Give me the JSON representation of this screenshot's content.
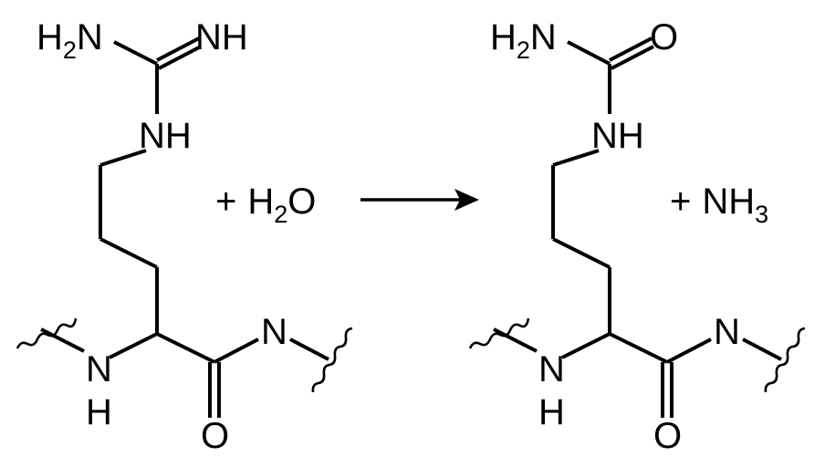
{
  "reactant": {
    "guanidino_nh2": {
      "main": "H",
      "sub": "2",
      "tail": "N"
    },
    "guanidino_imine": "NH",
    "guanidino_nh": "NH",
    "backbone_n": "N",
    "backbone_h": "H",
    "amide_n": "N",
    "carbonyl_o": "O"
  },
  "water": {
    "plus": "+",
    "main": "H",
    "sub": "2",
    "tail": "O"
  },
  "product": {
    "urea_nh2": {
      "main": "H",
      "sub": "2",
      "tail": "N"
    },
    "urea_o": "O",
    "ureido_nh": "NH",
    "backbone_n": "N",
    "backbone_h": "H",
    "amide_n": "N",
    "carbonyl_o": "O"
  },
  "ammonia": {
    "plus": "+",
    "main": "NH",
    "sub": "3"
  }
}
